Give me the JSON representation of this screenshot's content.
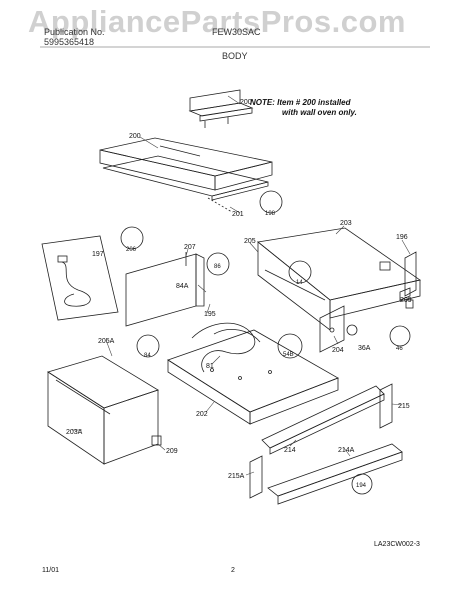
{
  "header": {
    "watermark": "AppliancePartsPros.com",
    "pub_label": "Publication No.",
    "pub_number": "5995365418",
    "model": "FEW30SAC",
    "section": "BODY"
  },
  "note": {
    "line1": "NOTE: Item # 200 installed",
    "line2": "with wall oven only."
  },
  "callouts": {
    "c200a": "200",
    "c200b": "200",
    "c201": "201",
    "c198": "198",
    "c203": "203",
    "c196": "196",
    "c206": "206",
    "c207": "207",
    "c205": "205",
    "c197": "197",
    "c86": "86",
    "c14": "14",
    "c209a": "209",
    "c84a": "84A",
    "c195": "195",
    "c84": "84",
    "c81": "81",
    "c54b": "54B",
    "c204": "204",
    "c36a": "36A",
    "c46": "46",
    "c205a": "205A",
    "c202": "202",
    "c215": "215",
    "c214": "214",
    "c214a": "214A",
    "c203a": "203A",
    "c209b": "209",
    "c215a": "215A",
    "c194": "194"
  },
  "footer": {
    "drawing_code": "LA23CW002-3",
    "date": "11/01",
    "page": "2"
  }
}
